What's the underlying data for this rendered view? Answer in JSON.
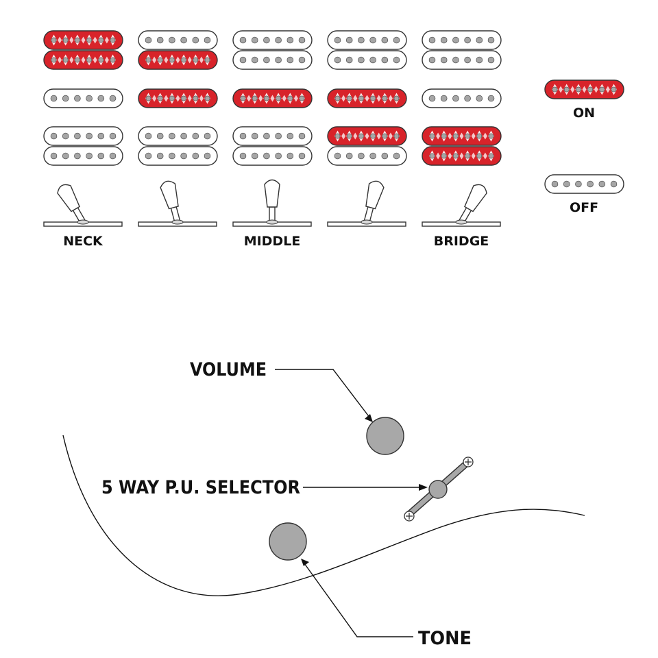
{
  "diagram": {
    "colors": {
      "on_fill": "#d8232a",
      "off_fill": "#ffffff",
      "outline": "#333333",
      "pole_on": "#ffffff",
      "pole_off": "#a6a6a6",
      "knob_fill": "#a8a8a8",
      "line": "#111111"
    },
    "positions": [
      {
        "label": "NECK",
        "switch_angle": -30,
        "neck": "on",
        "middle": "off",
        "bridge": "off"
      },
      {
        "label": "",
        "switch_angle": -15,
        "neck": "lower",
        "middle": "on",
        "bridge": "off"
      },
      {
        "label": "MIDDLE",
        "switch_angle": 0,
        "neck": "off",
        "middle": "on",
        "bridge": "off"
      },
      {
        "label": "",
        "switch_angle": 15,
        "neck": "off",
        "middle": "on",
        "bridge": "upper"
      },
      {
        "label": "BRIDGE",
        "switch_angle": 30,
        "neck": "off",
        "middle": "off",
        "bridge": "on"
      }
    ],
    "legend": {
      "on_label": "ON",
      "off_label": "OFF"
    },
    "controls": {
      "volume_label": "VOLUME",
      "selector_label": "5 WAY P.U. SELECTOR",
      "tone_label": "TONE"
    }
  }
}
